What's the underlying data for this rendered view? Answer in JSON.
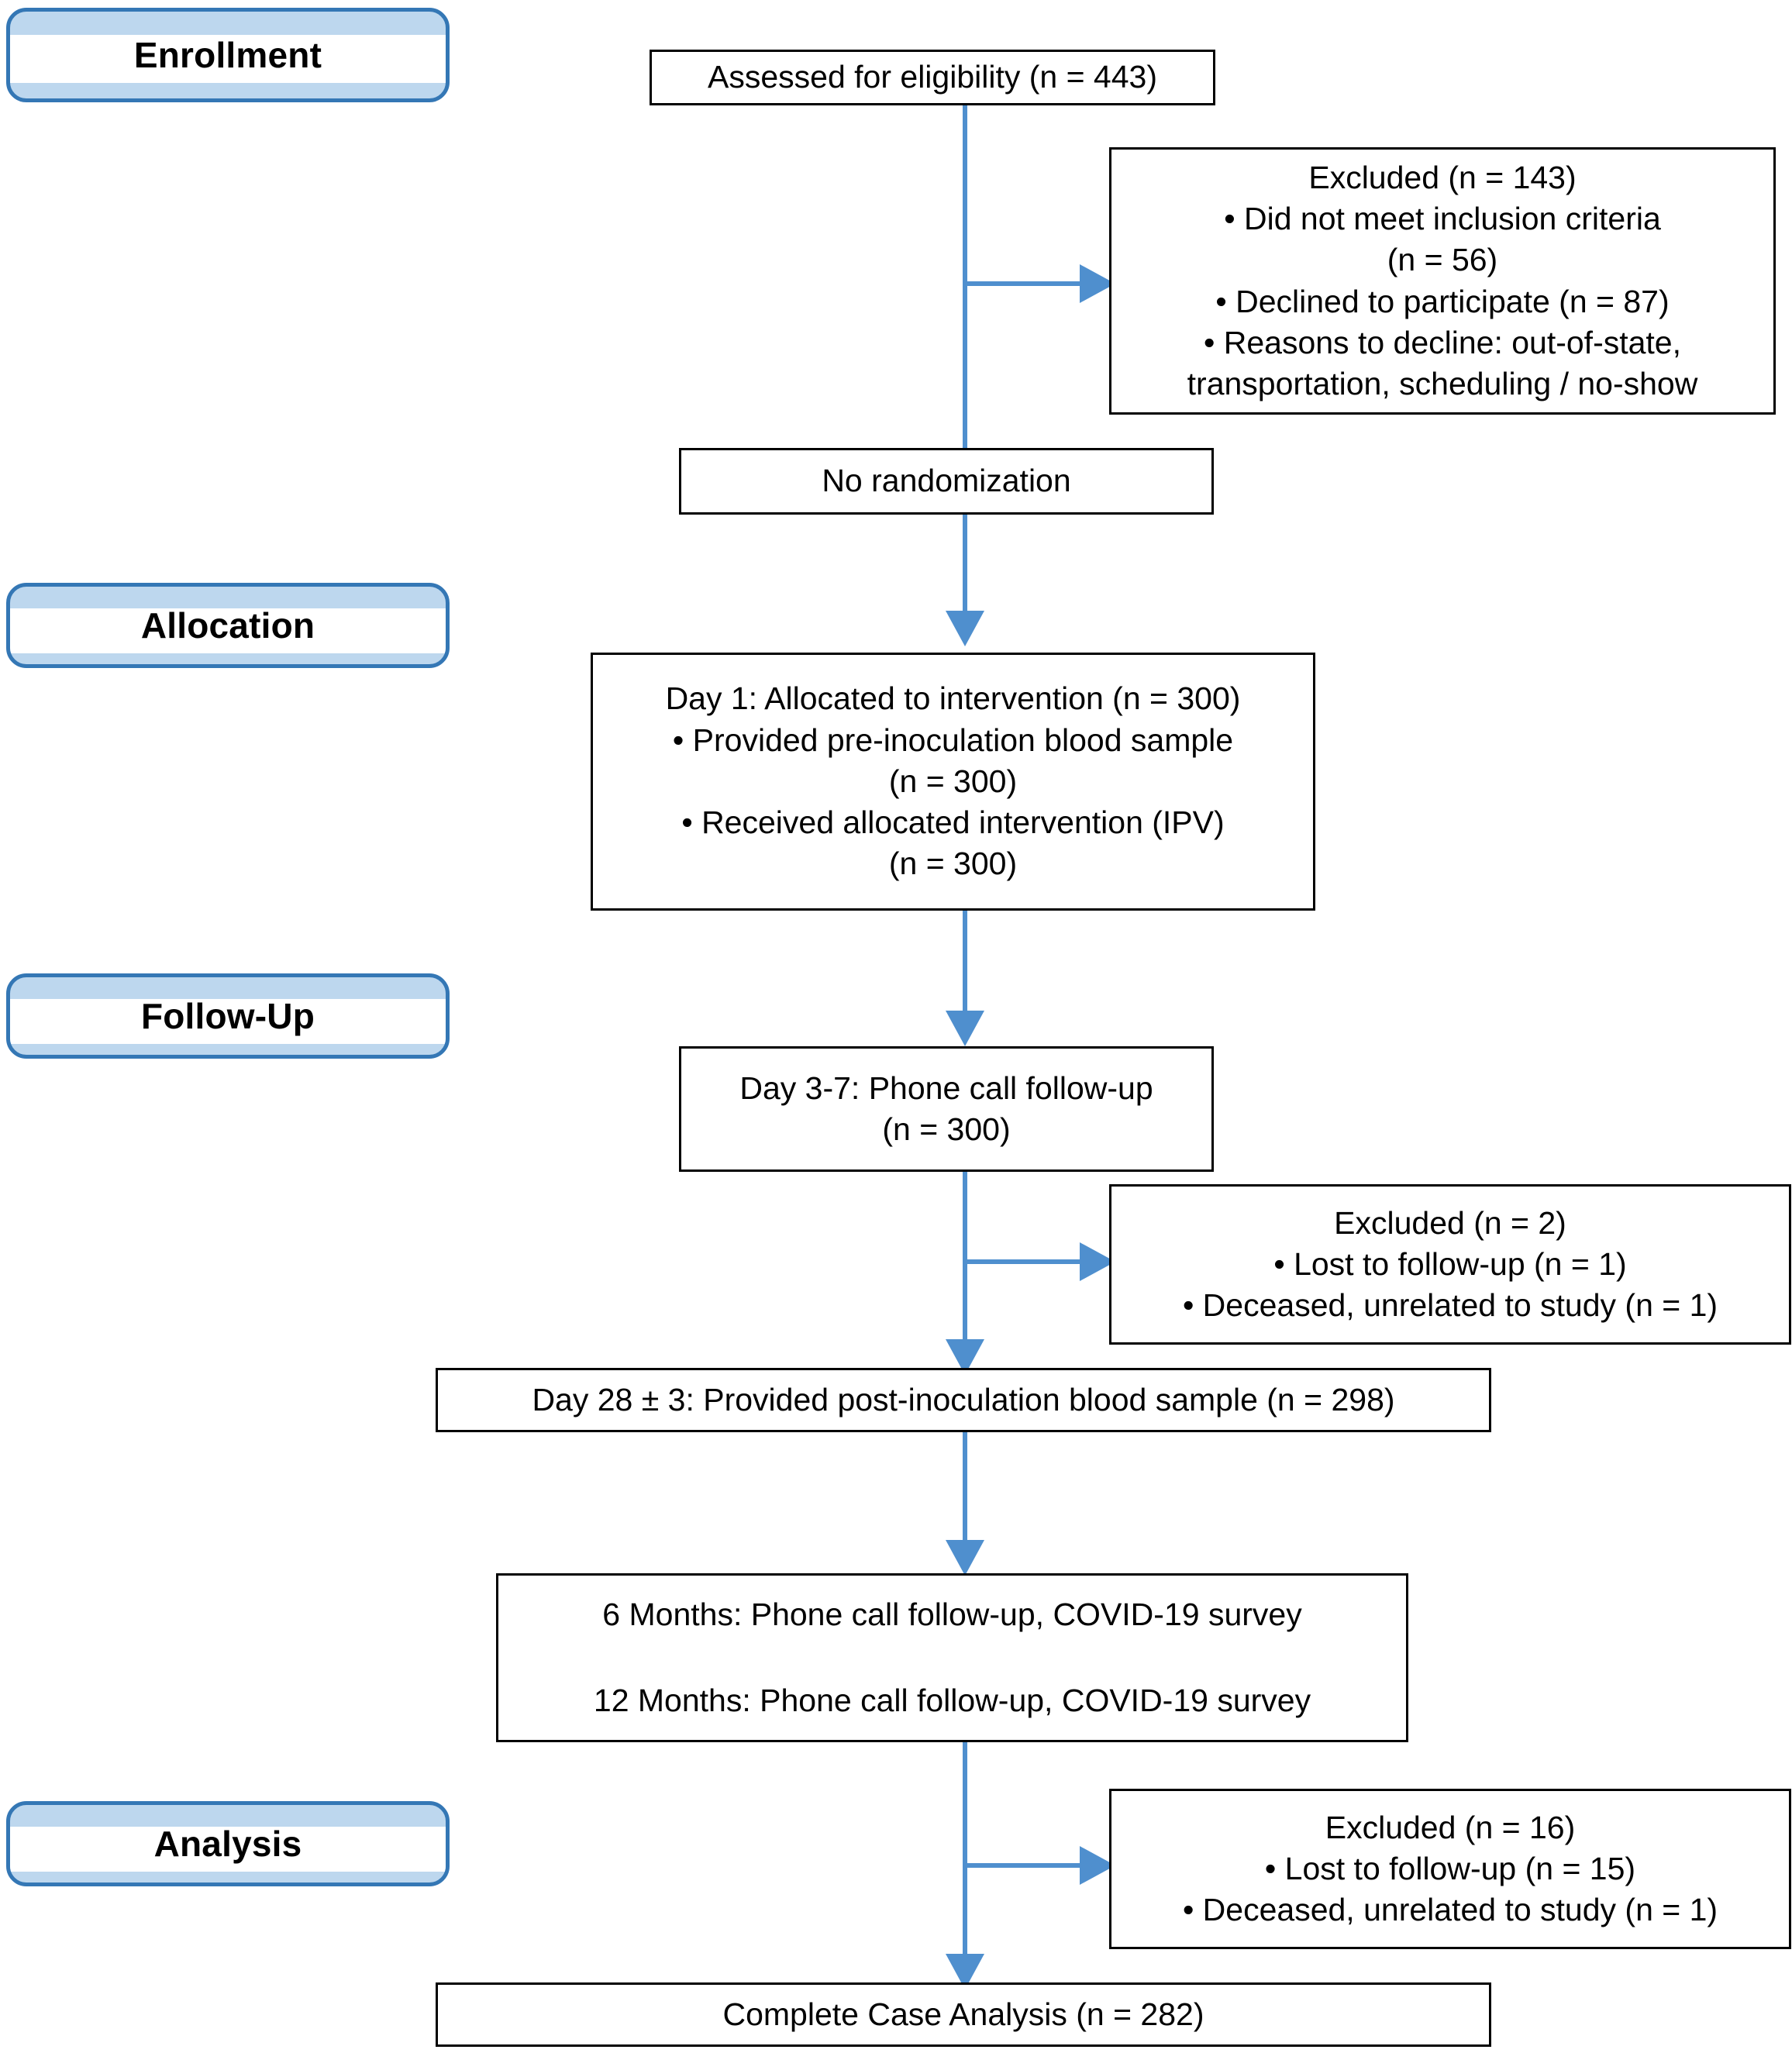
{
  "diagram": {
    "title": "CONSORT participant flow diagram",
    "colors": {
      "stage_border": "#3477b5",
      "stage_fill": "#bdd7ee",
      "arrow": "#4f8fce",
      "box_border": "#000000",
      "text": "#000000"
    }
  },
  "stages": [
    {
      "key": "enrollment",
      "label": "Enrollment"
    },
    {
      "key": "allocation",
      "label": "Allocation"
    },
    {
      "key": "followup",
      "label": "Follow-Up"
    },
    {
      "key": "analysis",
      "label": "Analysis"
    }
  ],
  "boxes": {
    "assessed": {
      "lines": [
        "Assessed for eligibility (n = 443)"
      ]
    },
    "excluded_enrollment": {
      "lines": [
        "Excluded (n = 143)",
        "• Did not meet inclusion criteria",
        "(n = 56)",
        "• Declined to participate (n = 87)",
        "• Reasons to decline: out-of-state,",
        "transportation, scheduling / no-show"
      ]
    },
    "no_randomization": {
      "lines": [
        "No randomization"
      ]
    },
    "allocated": {
      "lines": [
        "Day 1: Allocated to intervention (n = 300)",
        "• Provided pre-inoculation blood sample",
        "(n = 300)",
        "• Received allocated intervention (IPV)",
        "(n = 300)"
      ]
    },
    "day3_7": {
      "lines": [
        "Day 3-7: Phone call follow-up",
        "(n = 300)"
      ]
    },
    "excluded_followup": {
      "lines": [
        "Excluded (n = 2)",
        "• Lost to follow-up (n = 1)",
        "• Deceased, unrelated to study (n = 1)"
      ]
    },
    "day28": {
      "lines": [
        "Day 28 ± 3: Provided post-inoculation blood sample (n = 298)"
      ]
    },
    "months": {
      "lines": [
        "6 Months: Phone call follow-up, COVID-19 survey",
        "12 Months: Phone call follow-up, COVID-19 survey"
      ]
    },
    "excluded_analysis": {
      "lines": [
        "Excluded (n = 16)",
        "• Lost to follow-up (n = 15)",
        "• Deceased, unrelated to study (n = 1)"
      ]
    },
    "complete_case": {
      "lines": [
        "Complete Case Analysis (n = 282)"
      ]
    }
  },
  "connectors": [
    {
      "name": "assessed-to-excluded",
      "type": "branch-right"
    },
    {
      "name": "assessed-to-norandom",
      "type": "vertical"
    },
    {
      "name": "norandom-to-allocated",
      "type": "arrow-down"
    },
    {
      "name": "allocated-to-day3-7",
      "type": "arrow-down"
    },
    {
      "name": "day3-7-to-excluded",
      "type": "branch-right"
    },
    {
      "name": "day3-7-to-day28",
      "type": "arrow-down"
    },
    {
      "name": "day28-to-months",
      "type": "arrow-down"
    },
    {
      "name": "months-to-excluded",
      "type": "branch-right"
    },
    {
      "name": "months-to-complete-case",
      "type": "arrow-down"
    }
  ]
}
